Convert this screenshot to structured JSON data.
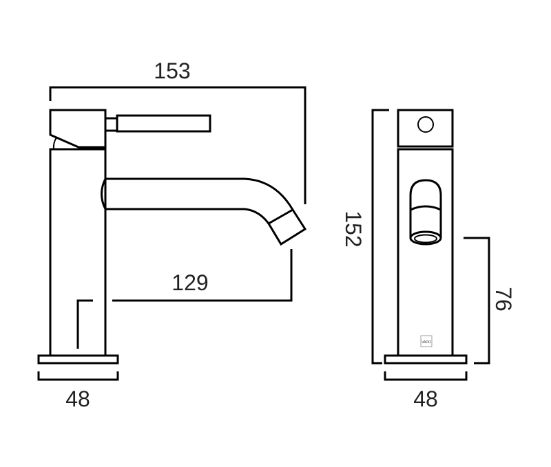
{
  "side_view": {
    "overall_length_label": "153",
    "spout_reach_label": "129",
    "base_width_label": "48"
  },
  "front_view": {
    "overall_height_label": "152",
    "spout_height_label": "76",
    "base_width_label": "48",
    "logo_text": "VADO"
  },
  "colors": {
    "line": "#000000",
    "background": "#ffffff"
  }
}
